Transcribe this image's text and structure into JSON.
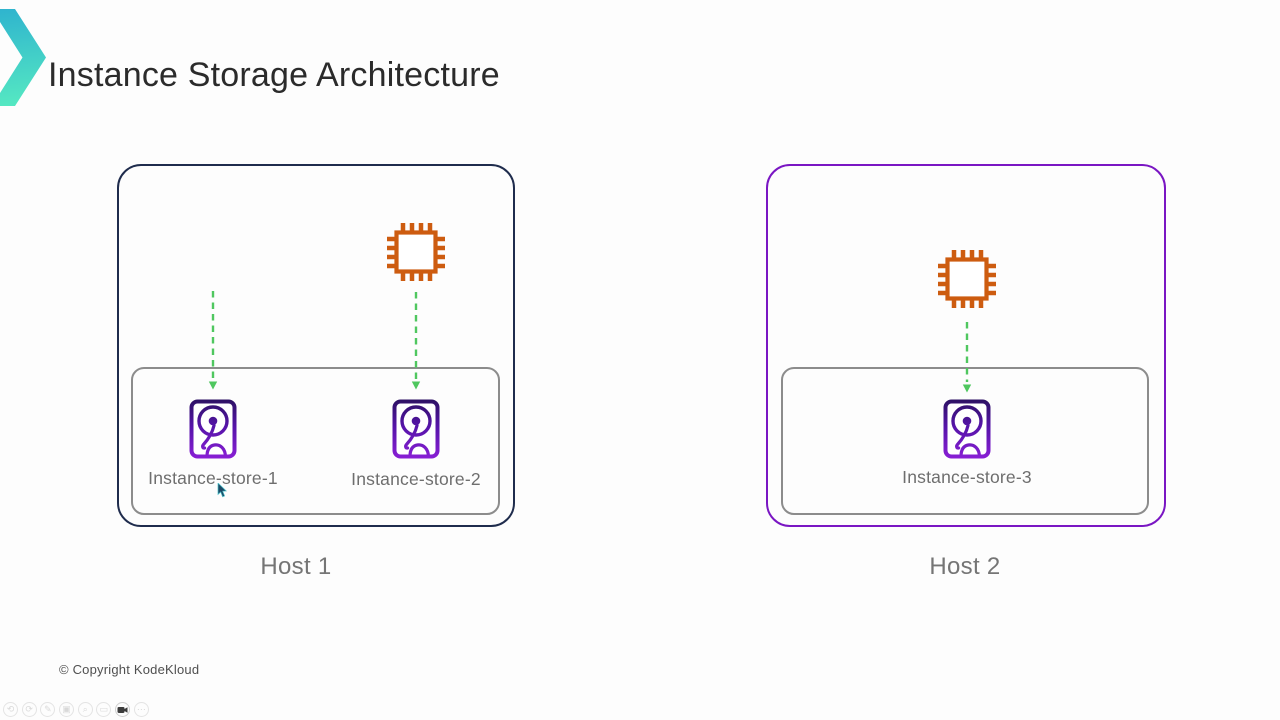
{
  "slide": {
    "title": "Instance Storage Architecture",
    "copyright": "© Copyright KodeKloud"
  },
  "hosts": [
    {
      "label": "Host 1",
      "border_color": "#1f2c4d",
      "stores": [
        {
          "label": "Instance-store-1"
        },
        {
          "label": "Instance-store-2"
        }
      ]
    },
    {
      "label": "Host 2",
      "border_color": "#7a16c3",
      "stores": [
        {
          "label": "Instance-store-3"
        }
      ]
    }
  ],
  "diagram": {
    "icons": {
      "cpu": "cpu-chip-icon",
      "store": "hard-disk-icon",
      "connector": "dashed-arrow-down"
    },
    "colors": {
      "cpu_orange": "#cd5c10",
      "arrow_green": "#4fc75f",
      "disk_purple_top": "#2c1162",
      "disk_purple_bottom": "#8a1fd6",
      "inner_box_gray": "#8c8c8c",
      "logo_teal_top": "#2fb4ce",
      "logo_teal_bottom": "#55e8c2",
      "title_text": "#2b2b2b",
      "label_text": "#6e6e6e"
    }
  },
  "toolbar": {
    "icons": [
      {
        "name": "undo-icon",
        "glyph": "⟲"
      },
      {
        "name": "redo-icon",
        "glyph": "⟳"
      },
      {
        "name": "pencil-icon",
        "glyph": "✎"
      },
      {
        "name": "layers-icon",
        "glyph": "▣"
      },
      {
        "name": "zoom-icon",
        "glyph": "⌕"
      },
      {
        "name": "screen-icon",
        "glyph": "▭"
      },
      {
        "name": "camera-icon",
        "glyph": ""
      },
      {
        "name": "more-icon",
        "glyph": "⋯"
      }
    ]
  }
}
